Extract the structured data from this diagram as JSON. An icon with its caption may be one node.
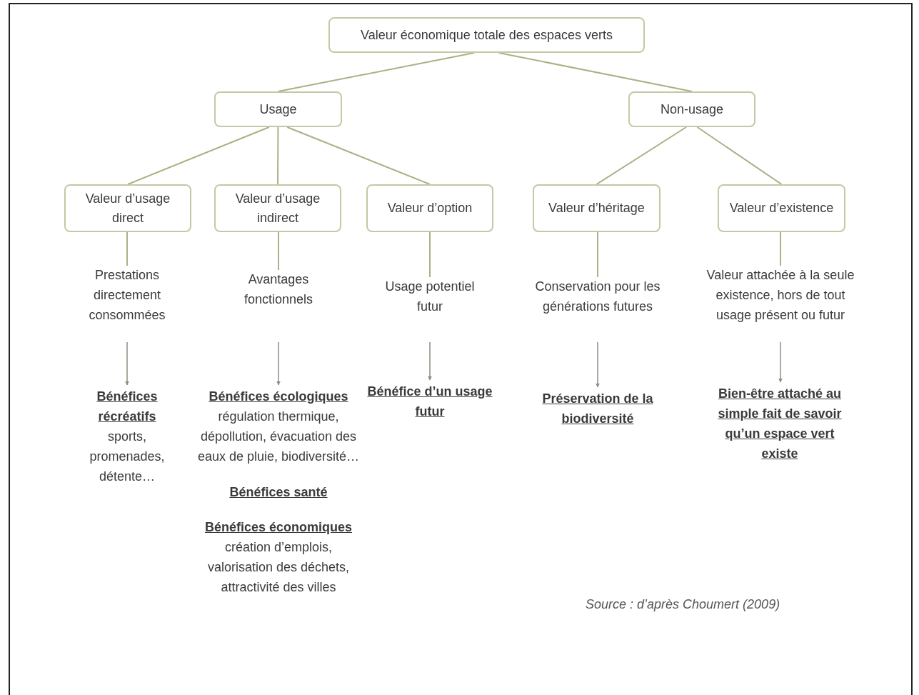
{
  "diagram": {
    "nodes": [
      {
        "text": [
          "Valeur économique totale des espaces verts"
        ]
      },
      {
        "text": [
          "Usage"
        ]
      },
      {
        "text": [
          "Non-usage"
        ]
      },
      {
        "text": [
          "Valeur d’usage direct"
        ]
      },
      {
        "text": [
          "Valeur d’usage indirect"
        ]
      },
      {
        "text": [
          "Valeur d’option"
        ]
      },
      {
        "text": [
          "Valeur d’héritage"
        ]
      },
      {
        "text": [
          "Valeur d’existence"
        ]
      },
      {
        "text": [
          "Prestations directement consommées"
        ]
      },
      {
        "text": [
          "Avantages fonctionnels"
        ]
      },
      {
        "text": [
          "Usage potentiel futur"
        ]
      },
      {
        "text": [
          "Conservation pour les générations futures"
        ]
      },
      {
        "text": [
          "Valeur attachée à la seule existence, hors de tout usage présent ou futur"
        ]
      },
      {
        "text": [
          "Bénéfices récréatifs",
          "sports, promenades, détente…"
        ]
      },
      {
        "text": [
          "Bénéfices écologiques",
          "régulation thermique, dépollution, évacuation des eaux de pluie, biodiversité…",
          "Bénéfices santé",
          "Bénéfices économiques",
          "création d’emplois, valorisation des déchets, attractivité des villes"
        ]
      },
      {
        "text": [
          "Bénéfice d’un usage futur"
        ]
      },
      {
        "text": [
          "Préservation de la biodiversité"
        ]
      },
      {
        "text": [
          "Bien-être attaché au simple fait de savoir qu’un espace vert existe"
        ]
      }
    ],
    "edges": [
      {
        "from": 0,
        "to": 1,
        "arrow": "none"
      },
      {
        "from": 0,
        "to": 2,
        "arrow": "none"
      },
      {
        "from": 1,
        "to": 3,
        "arrow": "none"
      },
      {
        "from": 1,
        "to": 4,
        "arrow": "none"
      },
      {
        "from": 1,
        "to": 5,
        "arrow": "none"
      },
      {
        "from": 2,
        "to": 6,
        "arrow": "none"
      },
      {
        "from": 2,
        "to": 7,
        "arrow": "none"
      },
      {
        "from": 3,
        "to": 8,
        "arrow": "none"
      },
      {
        "from": 4,
        "to": 9,
        "arrow": "none"
      },
      {
        "from": 5,
        "to": 10,
        "arrow": "none"
      },
      {
        "from": 6,
        "to": 11,
        "arrow": "none"
      },
      {
        "from": 7,
        "to": 12,
        "arrow": "none"
      },
      {
        "from": 8,
        "to": 13,
        "arrow": "to"
      },
      {
        "from": 9,
        "to": 14,
        "arrow": "to"
      },
      {
        "from": 10,
        "to": 15,
        "arrow": "to"
      },
      {
        "from": 11,
        "to": 16,
        "arrow": "to"
      },
      {
        "from": 12,
        "to": 17,
        "arrow": "to"
      }
    ],
    "labels": [
      "Source : d’après Choumert (2009)"
    ]
  }
}
